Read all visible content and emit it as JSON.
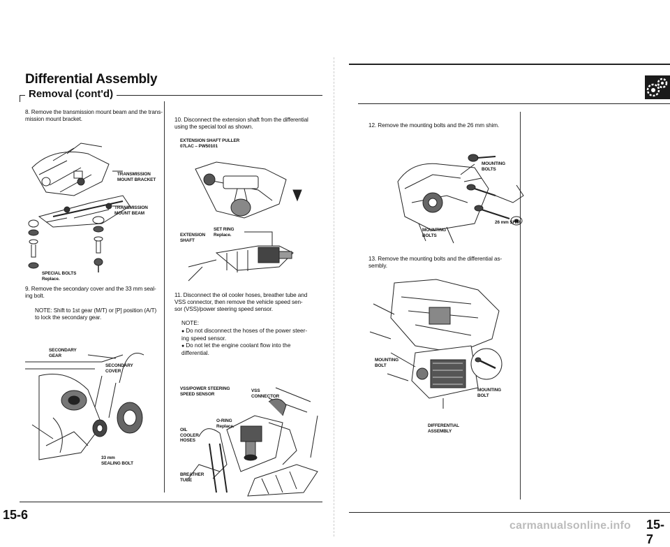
{
  "header": {
    "title": "Differential Assembly",
    "subtitle": "Removal (cont'd)"
  },
  "steps": {
    "s8": "8. Remove the transmission mount beam and the trans-\nmission mount bracket.",
    "s9": "9. Remove the secondary cover and the 33 mm seal-\ning bolt.",
    "s9_note": "NOTE: Shift to 1st gear (M/T) or [P] position (A/T)\nto lock the secondary gear.",
    "s10": "10. Disconnect the extension shaft from the differential\nusing the special tool as shown.",
    "s11": "11. Disconnect the oil cooler hoses, breather tube and\nVSS connector, then remove the vehicle speed sen-\nsor (VSS)/power steering speed sensor.",
    "s11_note_head": "NOTE:",
    "s11_note_1": "Do not disconnect the hoses of the power steer-\ning speed sensor.",
    "s11_note_2": "Do not let the engine coolant flow into the\ndifferential.",
    "s12": "12. Remove the mounting bolts and the 26 mm shim.",
    "s13": "13. Remove the mounting bolts and the differential as-\nsembly."
  },
  "labels": {
    "transmission_mount_bracket": "TRANSMISSION\nMOUNT BRACKET",
    "transmission_mount_beam": "TRANSMISSION\nMOUNT BEAM",
    "special_bolts": "SPECIAL BOLTS\nReplace.",
    "secondary_gear": "SECONDARY\nGEAR",
    "secondary_cover": "SECONDARY\nCOVER",
    "sealing_bolt": "33 mm\nSEALING BOLT",
    "tool": "EXTENSION SHAFT PULLER\n07LAC – PW50101",
    "set_ring": "SET RING\nReplace.",
    "extension_shaft": "EXTENSION\nSHAFT",
    "vss_sensor": "VSS/POWER STEERING\nSPEED SENSOR",
    "vss_connector": "VSS\nCONNECTOR",
    "o_ring": "O-RING\nReplace.",
    "oil_cooler_hoses": "OIL\nCOOLER\nHOSES",
    "breather_tube": "BREATHER\nTUBE",
    "mounting_bolts_top": "MOUNTING\nBOLTS",
    "mounting_bolts_bottom": "MOUNTING\nBOLTS",
    "shim": "26 mm SHIM",
    "mounting_bolt_left": "MOUNTING\nBOLT",
    "mounting_bolt_right": "MOUNTING\nBOLT",
    "differential_assembly": "DIFFERENTIAL\nASSEMBLY"
  },
  "footer": {
    "page_left": "15-6",
    "page_right": "15-7",
    "watermark": "carmanualsonline.info"
  },
  "icon": "gear-pair-icon"
}
